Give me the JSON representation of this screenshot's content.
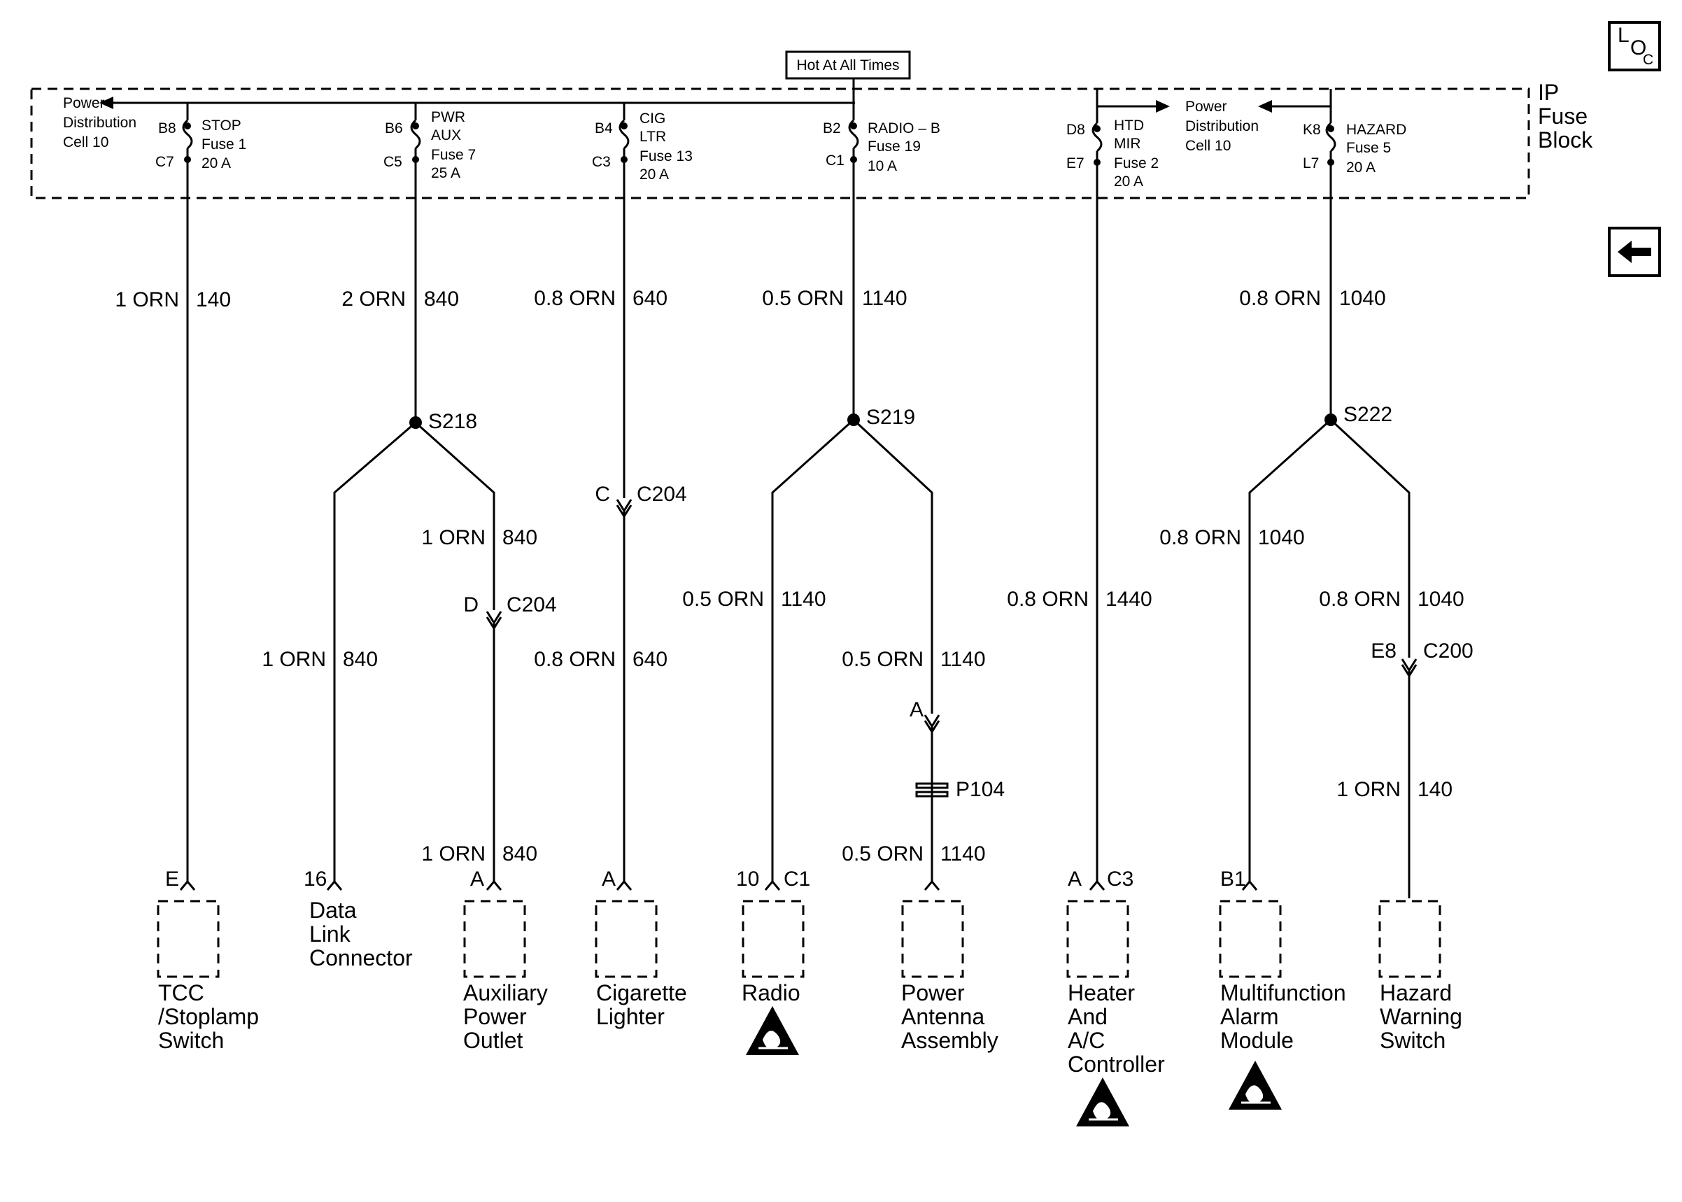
{
  "header": {
    "hot_label": "Hot At All Times",
    "ip_block": [
      "IP",
      "Fuse",
      "Block"
    ],
    "loc_icon": [
      "L",
      "O",
      "C"
    ],
    "pd_left": [
      "Power",
      "Distribution",
      "Cell 10"
    ],
    "pd_right": [
      "Power",
      "Distribution",
      "Cell 10"
    ]
  },
  "fuses": [
    {
      "top": "B8",
      "bot": "C7",
      "name": [
        "STOP",
        "Fuse 1",
        "20 A"
      ]
    },
    {
      "top": "B6",
      "bot": "C5",
      "name": [
        "PWR",
        "AUX",
        "Fuse 7",
        "25 A"
      ]
    },
    {
      "top": "B4",
      "bot": "C3",
      "name": [
        "CIG",
        "LTR",
        "Fuse 13",
        "20 A"
      ]
    },
    {
      "top": "B2",
      "bot": "C1",
      "name": [
        "RADIO – B",
        "Fuse 19",
        "10 A"
      ]
    },
    {
      "top": "D8",
      "bot": "E7",
      "name": [
        "HTD",
        "MIR",
        "Fuse 2",
        "20 A"
      ]
    },
    {
      "top": "K8",
      "bot": "L7",
      "name": [
        "HAZARD",
        "Fuse 5",
        "20 A"
      ]
    }
  ],
  "wires": [
    {
      "size": "1 ORN",
      "circuit": "140"
    },
    {
      "size": "2 ORN",
      "circuit": "840"
    },
    {
      "size": "0.8 ORN",
      "circuit": "640"
    },
    {
      "size": "0.5 ORN",
      "circuit": "1140"
    },
    {
      "size": "0.8 ORN",
      "circuit": "1040"
    },
    {
      "size": "1 ORN",
      "circuit": "840"
    },
    {
      "size": "1 ORN",
      "circuit": "840"
    },
    {
      "size": "1 ORN",
      "circuit": "840"
    },
    {
      "size": "0.8 ORN",
      "circuit": "640"
    },
    {
      "size": "0.5 ORN",
      "circuit": "1140"
    },
    {
      "size": "0.5 ORN",
      "circuit": "1140"
    },
    {
      "size": "0.5 ORN",
      "circuit": "1140"
    },
    {
      "size": "0.8 ORN",
      "circuit": "1440"
    },
    {
      "size": "0.8 ORN",
      "circuit": "1040"
    },
    {
      "size": "0.8 ORN",
      "circuit": "1040"
    },
    {
      "size": "1 ORN",
      "circuit": "140"
    }
  ],
  "splices": [
    "S218",
    "S219",
    "S222"
  ],
  "inline_connectors": [
    {
      "pin": "C",
      "id": "C204"
    },
    {
      "pin": "D",
      "id": "C204"
    },
    {
      "pin": "A",
      "id": ""
    },
    {
      "pin": "E8",
      "id": "C200"
    }
  ],
  "p_connector": "P104",
  "components": [
    {
      "pin": "E",
      "conn": "",
      "lines": [
        "TCC",
        "/Stoplamp",
        "Switch"
      ],
      "esd": false
    },
    {
      "pin": "16",
      "conn": "",
      "lines": [
        "Data",
        "Link",
        "Connector"
      ],
      "esd": false
    },
    {
      "pin": "A",
      "conn": "",
      "lines": [
        "Auxiliary",
        "Power",
        "Outlet"
      ],
      "esd": false
    },
    {
      "pin": "A",
      "conn": "",
      "lines": [
        "Cigarette",
        "Lighter"
      ],
      "esd": false
    },
    {
      "pin": "10",
      "conn": "C1",
      "lines": [
        "Radio"
      ],
      "esd": true
    },
    {
      "pin": "",
      "conn": "",
      "lines": [
        "Power",
        "Antenna",
        "Assembly"
      ],
      "esd": false
    },
    {
      "pin": "A",
      "conn": "C3",
      "lines": [
        "Heater",
        "And",
        "A/C",
        "Controller"
      ],
      "esd": true
    },
    {
      "pin": "B1",
      "conn": "",
      "lines": [
        "Multifunction",
        "Alarm",
        "Module"
      ],
      "esd": true
    },
    {
      "pin": "",
      "conn": "",
      "lines": [
        "Hazard",
        "Warning",
        "Switch"
      ],
      "esd": false
    }
  ]
}
